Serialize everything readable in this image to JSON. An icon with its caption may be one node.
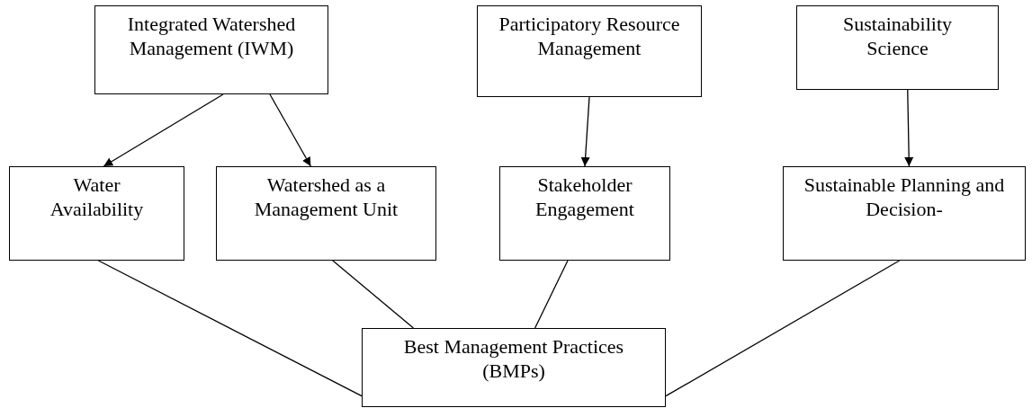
{
  "diagram": {
    "nodes": [
      {
        "text": [
          "Integrated Watershed Management (IWM)"
        ]
      },
      {
        "text": [
          "Participatory Resource Management"
        ]
      },
      {
        "text": [
          "Sustainability Science"
        ]
      },
      {
        "text": [
          "Water Availability"
        ]
      },
      {
        "text": [
          "Watershed as a Management Unit"
        ]
      },
      {
        "text": [
          "Stakeholder Engagement"
        ]
      },
      {
        "text": [
          "Sustainable Planning and Decision-"
        ]
      },
      {
        "text": [
          "Best Management Practices (BMPs)"
        ]
      }
    ],
    "edges": [
      {
        "from": 0,
        "to": 3,
        "arrow": "to"
      },
      {
        "from": 0,
        "to": 4,
        "arrow": "to"
      },
      {
        "from": 1,
        "to": 5,
        "arrow": "to"
      },
      {
        "from": 2,
        "to": 6,
        "arrow": "to"
      },
      {
        "from": 3,
        "to": 7,
        "arrow": "none"
      },
      {
        "from": 4,
        "to": 7,
        "arrow": "none"
      },
      {
        "from": 5,
        "to": 7,
        "arrow": "none"
      },
      {
        "from": 6,
        "to": 7,
        "arrow": "none"
      }
    ]
  }
}
